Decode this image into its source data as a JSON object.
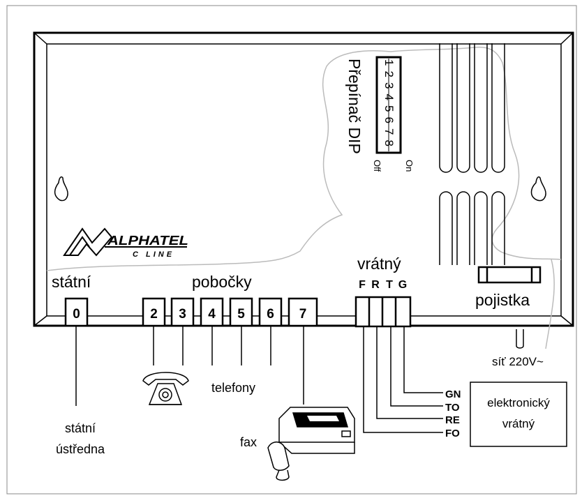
{
  "labels": {
    "dip_switch": "Přepínač DIP",
    "dip_off": "Off",
    "dip_on": "On",
    "statni": "státní",
    "pobocky": "pobočky",
    "vratny": "vrátný",
    "pojistka": "pojistka",
    "sit": "síť 220V~",
    "telefony": "telefony",
    "fax": "fax",
    "statni_ustredna_line1": "státní",
    "statni_ustredna_line2": "ústředna",
    "elektronicky_line1": "elektronický",
    "elektronicky_line2": "vrátný"
  },
  "logo": {
    "brand": "ALPHATEL",
    "sub": "C LINE"
  },
  "dip_numbers": [
    "1",
    "2",
    "3",
    "4",
    "5",
    "6",
    "7",
    "8"
  ],
  "ports": {
    "statni": [
      "0"
    ],
    "pobocky": [
      "2",
      "3",
      "4",
      "5",
      "6",
      "7"
    ]
  },
  "door_header": [
    "F",
    "R",
    "T",
    "G"
  ],
  "door_wires": [
    "GN",
    "TO",
    "RE",
    "FO"
  ]
}
